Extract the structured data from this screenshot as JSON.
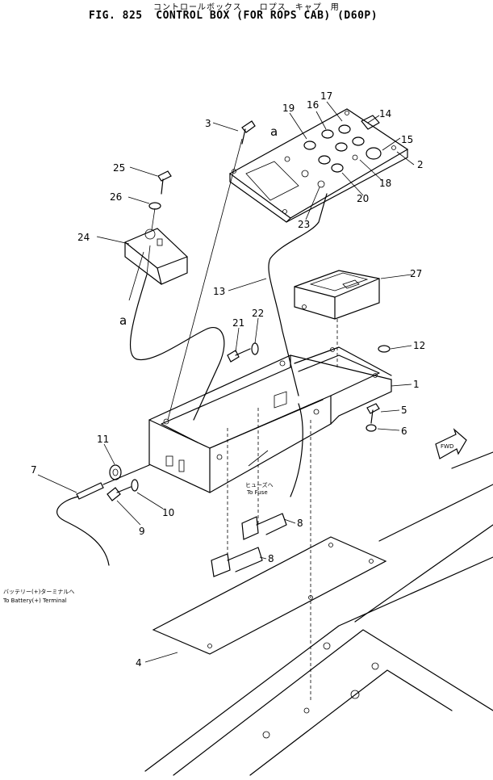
{
  "header": {
    "subtitle": "コントロールボックス　　ロプス　キャプ　用",
    "title": "FIG. 825  CONTROL BOX (FOR ROPS CAB) (D60P)"
  },
  "callouts": [
    "1",
    "2",
    "3",
    "4",
    "5",
    "6",
    "7",
    "8",
    "8",
    "9",
    "10",
    "11",
    "12",
    "13",
    "14",
    "15",
    "16",
    "17",
    "18",
    "19",
    "20",
    "21",
    "22",
    "23",
    "24",
    "25",
    "26",
    "27"
  ],
  "ref_marks": [
    "a",
    "a"
  ],
  "notes": {
    "fuse_jp": "ヒューズへ",
    "fuse_en": "To Fuse",
    "battery_jp": "バッテリー(+)ターミナルへ",
    "battery_en": "To Battery(+) Terminal",
    "fwd": "FWD"
  }
}
